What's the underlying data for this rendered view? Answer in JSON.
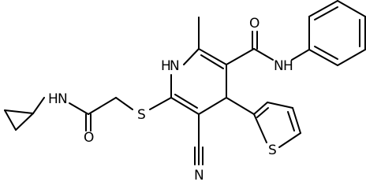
{
  "structure": {
    "atom_labels": {
      "nh_ring": "H",
      "n_ring": "N",
      "o_carbonyl_right": "O",
      "n_amide_right": "N",
      "h_amide_right": "H",
      "s_thioether": "S",
      "s_thiophene": "S",
      "n_nitrile": "N",
      "o_carbonyl_left": "O",
      "h_amide_left": "H",
      "n_amide_left": "N"
    }
  }
}
